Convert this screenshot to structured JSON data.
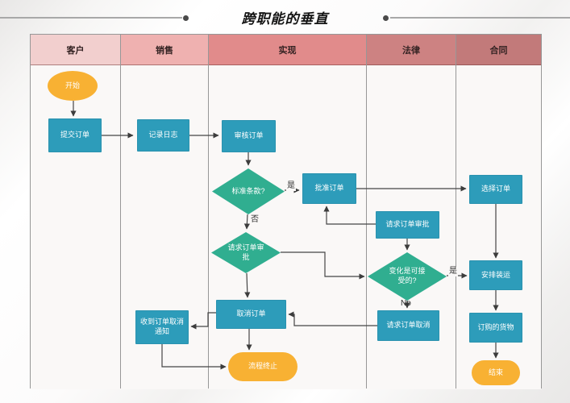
{
  "title": "跨职能的垂直",
  "lanes": [
    {
      "label": "客户",
      "color": "#F2CFCE"
    },
    {
      "label": "销售",
      "color": "#EFB1B0"
    },
    {
      "label": "实现",
      "color": "#E18B8B"
    },
    {
      "label": "法律",
      "color": "#CD8282"
    },
    {
      "label": "合同",
      "color": "#C27A7A"
    }
  ],
  "nodes": {
    "start": {
      "label": "开始",
      "type": "terminator"
    },
    "submit_order": {
      "label": "提交订单",
      "type": "process"
    },
    "record_log": {
      "label": "记录日志",
      "type": "process"
    },
    "review_order": {
      "label": "审核订单",
      "type": "process"
    },
    "standard_terms": {
      "label": "标准条款?",
      "type": "decision"
    },
    "approve_order": {
      "label": "批准订单",
      "type": "process"
    },
    "request_approval_d": {
      "label": "请求订单审批",
      "type": "decision"
    },
    "cancel_order": {
      "label": "取消订单",
      "type": "process"
    },
    "process_end": {
      "label": "流程终止",
      "type": "terminator"
    },
    "cancel_notice": {
      "label": "收到订单取消通知",
      "type": "process"
    },
    "request_approval": {
      "label": "请求订单审批",
      "type": "process"
    },
    "changes_acceptable": {
      "label": "变化是可接受的?",
      "type": "decision"
    },
    "request_cancel": {
      "label": "请求订单取消",
      "type": "process"
    },
    "select_order": {
      "label": "选择订单",
      "type": "process"
    },
    "arrange_shipping": {
      "label": "安排装运",
      "type": "process"
    },
    "ordered_goods": {
      "label": "订购的货物",
      "type": "process"
    },
    "end": {
      "label": "结束",
      "type": "terminator"
    }
  },
  "edge_labels": {
    "standard_yes": "是",
    "standard_no": "否",
    "changes_yes": "是",
    "changes_no": "No"
  },
  "colors": {
    "process_fill": "#2D9CBA",
    "decision_fill": "#30AE90",
    "terminator_fill": "#F8B133",
    "connector": "#454545",
    "header_text": "#332222"
  }
}
